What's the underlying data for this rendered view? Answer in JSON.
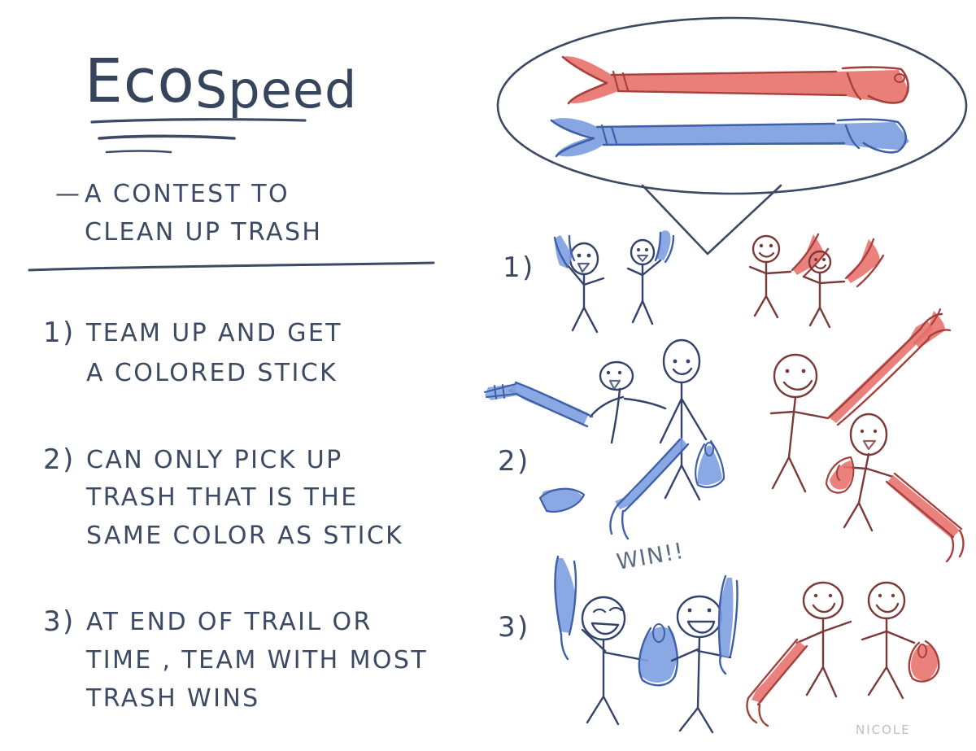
{
  "page": {
    "background": "#ffffff",
    "ink_color": "#3c4a63",
    "blue_team_color": "#7d9ee0",
    "blue_outline_color": "#3f5fa8",
    "red_team_color": "#e8736e",
    "red_outline_color": "#7a3b38",
    "signature": "NICOLE"
  },
  "title": {
    "text": "EcoSpeed",
    "part_eco": "Eco",
    "part_speed": "Speed"
  },
  "tagline": {
    "dash": "—",
    "line1": "A CONTEST  TO",
    "line2": "CLEAN  UP  TRASH"
  },
  "rules": [
    {
      "number": "1)",
      "lines": [
        "TEAM  UP  AND  GET",
        "A  COLORED  STICK"
      ]
    },
    {
      "number": "2)",
      "lines": [
        "CAN  ONLY  PICK  UP",
        "TRASH  THAT  IS  THE",
        "SAME  COLOR  AS  STICK"
      ]
    },
    {
      "number": "3)",
      "lines": [
        "AT  END  OF  TRAIL  OR",
        "TIME , TEAM  WITH  MOST",
        "TRASH  WINS"
      ]
    }
  ],
  "illustration": {
    "callout": {
      "name": "speech-bubble",
      "contents": [
        "red-grabber-tool",
        "blue-grabber-tool"
      ]
    },
    "panels": [
      {
        "number": "1)",
        "caption_text": "",
        "description": "Two teams raise colored grabber sticks",
        "blue_figures": 2,
        "red_figures": 2
      },
      {
        "number": "2)",
        "caption_text": "",
        "description": "Teams pick up trash matching their stick color",
        "blue_figures": 2,
        "red_figures": 2
      },
      {
        "number": "3)",
        "caption_text": "WIN!!",
        "description": "Blue team celebrates with most trash",
        "blue_figures": 2,
        "red_figures": 2
      }
    ]
  }
}
